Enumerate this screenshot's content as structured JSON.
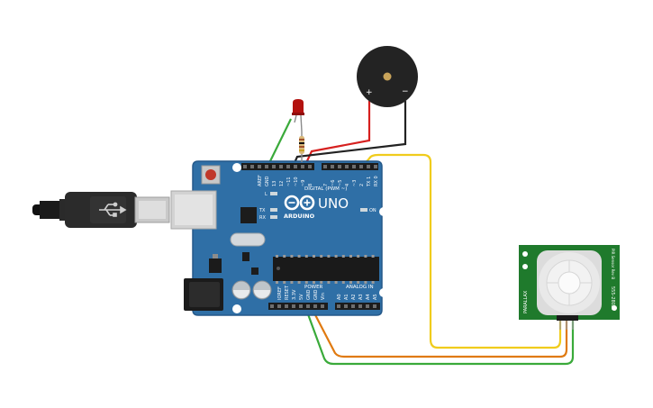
{
  "board": {
    "logo": "UNO",
    "brand": "ARDUINO",
    "digital_header": "DIGITAL (PWM ~)",
    "power_header": "POWER",
    "analog_header": "ANALOG IN",
    "led_on": "ON",
    "led_tx": "TX",
    "led_rx": "RX",
    "led_l": "L",
    "digital_pins": [
      "AREF",
      "GND",
      "13",
      "12",
      "~11",
      "~10",
      "~9",
      "8",
      "7",
      "~6",
      "~5",
      "4",
      "~3",
      "2",
      "TX 1",
      "RX 0"
    ],
    "power_pins": [
      "IOREF",
      "RESET",
      "3.3V",
      "5V",
      "GND",
      "GND",
      "Vin"
    ],
    "analog_pins": [
      "A0",
      "A1",
      "A2",
      "A3",
      "A4",
      "A5"
    ]
  },
  "buzzer": {
    "plus": "+",
    "minus": "−"
  },
  "pir": {
    "side_left": "PARALLAX",
    "side_right": "555-28027",
    "side_top": "PIR Sensor Rev B"
  },
  "colors": {
    "board": "#2f6fa6",
    "wire_red": "#d6201f",
    "wire_black": "#222222",
    "wire_green": "#3aaa3a",
    "wire_yellow": "#f0cc1c",
    "wire_orange": "#e07a10",
    "pcb_green": "#1f7a2c",
    "led_red": "#b3120f"
  },
  "icons": [
    "usb-cable-icon",
    "usb-symbol-icon",
    "arduino-infinity-logo-icon"
  ]
}
